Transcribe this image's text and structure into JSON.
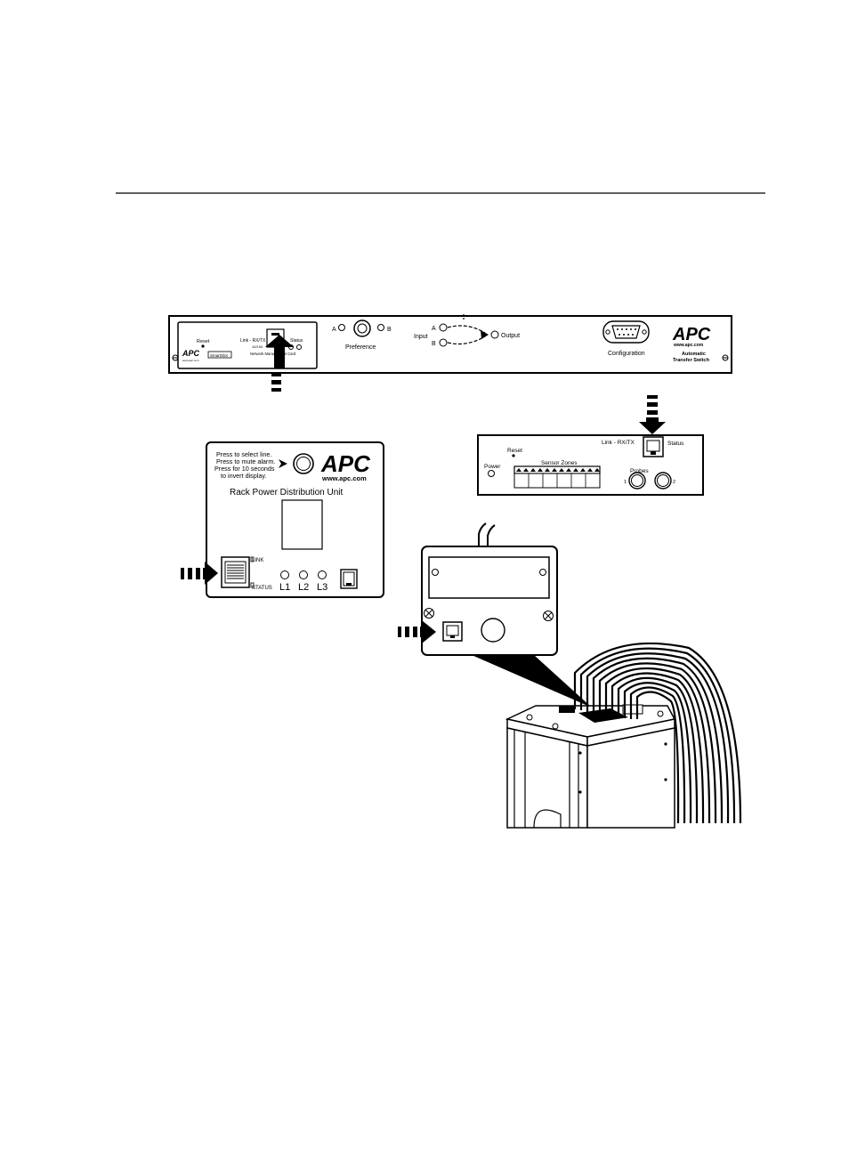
{
  "ats_panel": {
    "reset_label": "Reset",
    "nmc_logo": "APC",
    "nmc_sub": "www.apc.com",
    "nmc_badge": "SmartSlot",
    "link_label": "Link - RX/TX",
    "link_sub": "10/100",
    "status_label": "Status",
    "nmc_caption": "Network Management Card",
    "pref_a": "A",
    "pref_b": "B",
    "preference_label": "Preference",
    "input_a": "A",
    "input_b": "B",
    "input_label": "Input",
    "output_label": "Output",
    "configuration_label": "Configuration",
    "logo": "APC",
    "logo_url": "www.apc.com",
    "product_line1": "Automatic",
    "product_line2": "Transfer Switch"
  },
  "pdu_panel": {
    "instructions": [
      "Press to select line.",
      "Press to mute alarm.",
      "Press for 10 seconds",
      "to invert display."
    ],
    "logo": "APC",
    "logo_url": "www.apc.com",
    "title": "Rack Power Distribution Unit",
    "link_label": "LINK",
    "status_label": "STATUS",
    "lines": [
      "L1",
      "L2",
      "L3"
    ]
  },
  "sensor_panel": {
    "link_label": "Link - RX/TX",
    "status_label": "Status",
    "reset_label": "Reset",
    "power_label": "Power",
    "sensor_zones_label": "Sensor Zones",
    "probes_label": "Probes",
    "probe_1": "1",
    "probe_2": "2"
  },
  "colors": {
    "ink": "#000000",
    "paper": "#ffffff",
    "arrow": "#000000"
  }
}
